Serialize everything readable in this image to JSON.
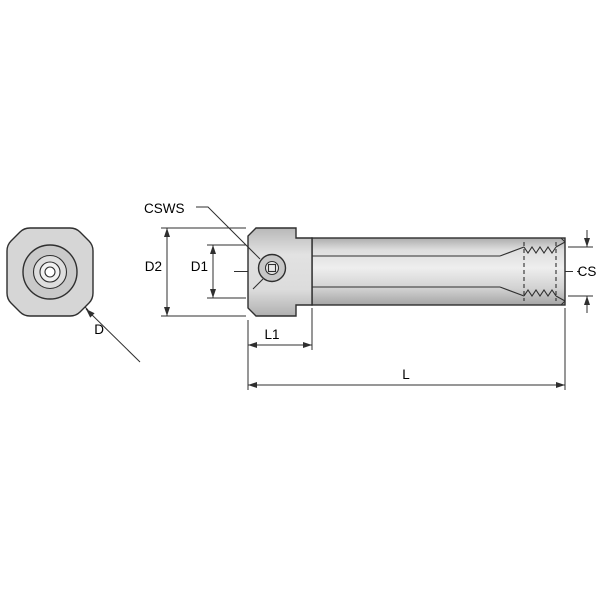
{
  "diagram": {
    "labels": {
      "csws": "CSWS",
      "d2": "D2",
      "d1": "D1",
      "d": "D",
      "cs": "CS",
      "l1": "L1",
      "l": "L"
    },
    "colors": {
      "background": "#ffffff",
      "line": "#2f2f2f",
      "metal_light": "#ececec",
      "metal_mid": "#d6d6d6",
      "metal_dark": "#aaaaaa"
    }
  }
}
